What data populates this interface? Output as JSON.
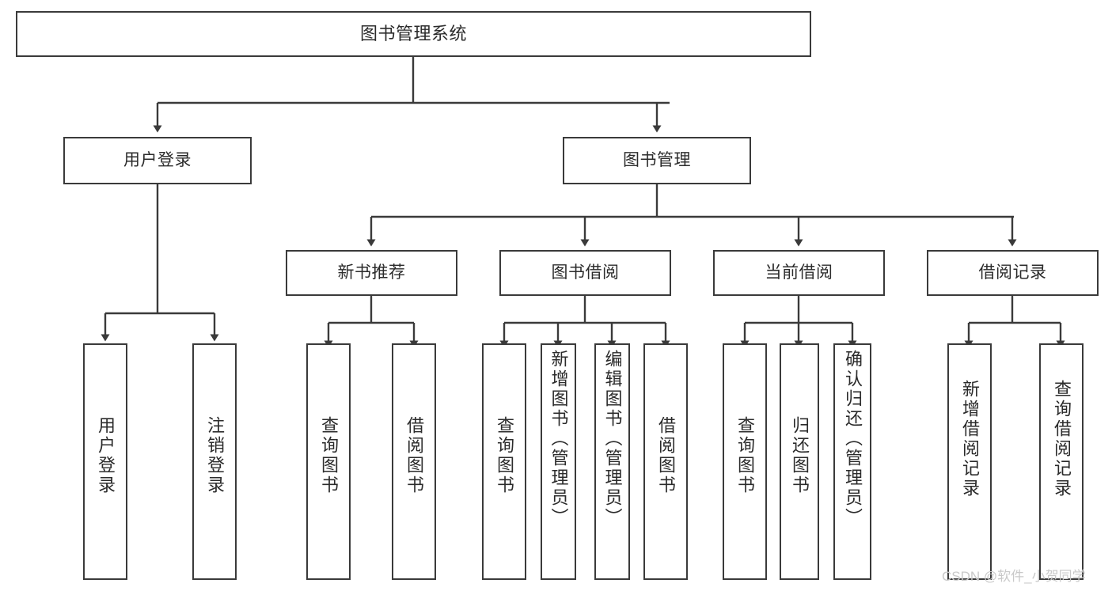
{
  "diagram": {
    "title": "图书管理系统",
    "type": "tree-hierarchy-chart",
    "orientation": "top-down",
    "colors": {
      "background": "#ffffff",
      "node_border": "#3a3a3a",
      "node_fill": "#ffffff",
      "edge": "#3a3a3a",
      "text": "#2b2b2b",
      "watermark": "#c9c9c9"
    }
  },
  "watermark": {
    "text": "CSDN @软件_小贺同学"
  },
  "nodes": {
    "root": {
      "label": "图书管理系统"
    },
    "level2": [
      {
        "id": "user-login",
        "label": "用户登录"
      },
      {
        "id": "book-management",
        "label": "图书管理"
      }
    ],
    "level3": [
      {
        "id": "new-book-recommend",
        "label": "新书推荐"
      },
      {
        "id": "book-borrow",
        "label": "图书借阅"
      },
      {
        "id": "current-borrow",
        "label": "当前借阅"
      },
      {
        "id": "borrow-record",
        "label": "借阅记录"
      }
    ],
    "leaves": {
      "user_login": [
        {
          "id": "leaf-user-login",
          "label": "用户登录"
        },
        {
          "id": "leaf-user-logout",
          "label": "注销登录"
        }
      ],
      "new_book_recommend": [
        {
          "id": "leaf-query-book-1",
          "label": "查询图书"
        },
        {
          "id": "leaf-borrow-book-1",
          "label": "借阅图书"
        }
      ],
      "book_borrow": [
        {
          "id": "leaf-query-book-2",
          "label": "查询图书"
        },
        {
          "id": "leaf-add-book",
          "label": "新增图书（管理员）"
        },
        {
          "id": "leaf-edit-book",
          "label": "编辑图书（管理员）"
        },
        {
          "id": "leaf-borrow-book-2",
          "label": "借阅图书"
        }
      ],
      "current_borrow": [
        {
          "id": "leaf-query-book-3",
          "label": "查询图书"
        },
        {
          "id": "leaf-return-book",
          "label": "归还图书"
        },
        {
          "id": "leaf-confirm-return",
          "label": "确认归还（管理员）"
        }
      ],
      "borrow_record": [
        {
          "id": "leaf-add-record",
          "label": "新增借阅记录"
        },
        {
          "id": "leaf-query-record",
          "label": "查询借阅记录"
        }
      ]
    }
  }
}
